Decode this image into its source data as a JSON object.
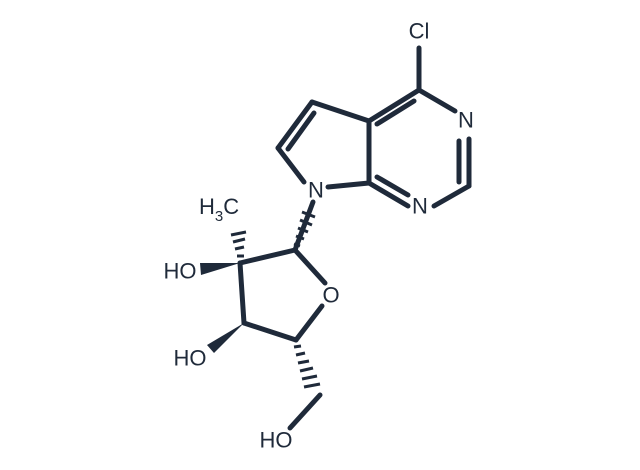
{
  "molecule": {
    "colors": {
      "bond": "#1f2a3a",
      "label": "#1f2a3a",
      "background": "#ffffff"
    },
    "atoms": {
      "chlorine": "Cl",
      "n3": "N",
      "n1": "N",
      "n7": "N",
      "ring_oxygen": "O",
      "methyl_h": "H",
      "methyl_h_sub": "3",
      "methyl_c": "C",
      "hydroxyl_2": "HO",
      "hydroxyl_3": "HO",
      "hydroxyl_5": "HO"
    }
  }
}
